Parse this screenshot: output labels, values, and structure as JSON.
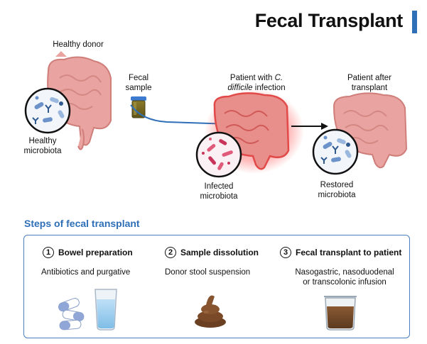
{
  "title": "Fecal Transplant",
  "colors": {
    "accent": "#2e6fb8",
    "intestine": "#e9a3a0",
    "infection_glow": "#ff3b3b",
    "stool": "#7a4a28"
  },
  "diagram": {
    "healthy_donor": "Healthy donor",
    "fecal_sample_line1": "Fecal",
    "fecal_sample_line2": "sample",
    "healthy_microbiota_line1": "Healthy",
    "healthy_microbiota_line2": "microbiota",
    "patient_line1_pre": "Patient with ",
    "patient_line1_italic": "C.",
    "patient_line2_italic": "difficile",
    "patient_line2_post": " infection",
    "infected_microbiota_line1": "Infected",
    "infected_microbiota_line2": "microbiota",
    "after_line1": "Patient after",
    "after_line2": "transplant",
    "restored_microbiota_line1": "Restored",
    "restored_microbiota_line2": "microbiota"
  },
  "steps": {
    "heading": "Steps of fecal transplant",
    "items": [
      {
        "number": "1",
        "title": "Bowel preparation",
        "desc_line1": "Antibiotics and purgative",
        "desc_line2": "",
        "icon": "pills-and-water-icon"
      },
      {
        "number": "2",
        "title": "Sample dissolution",
        "desc_line1": "Donor stool suspension",
        "desc_line2": "",
        "icon": "stool-icon"
      },
      {
        "number": "3",
        "title": "Fecal transplant to patient",
        "desc_line1": "Nasogastric, nasoduodenal",
        "desc_line2": "or transcolonic infusion",
        "icon": "beaker-icon"
      }
    ]
  }
}
